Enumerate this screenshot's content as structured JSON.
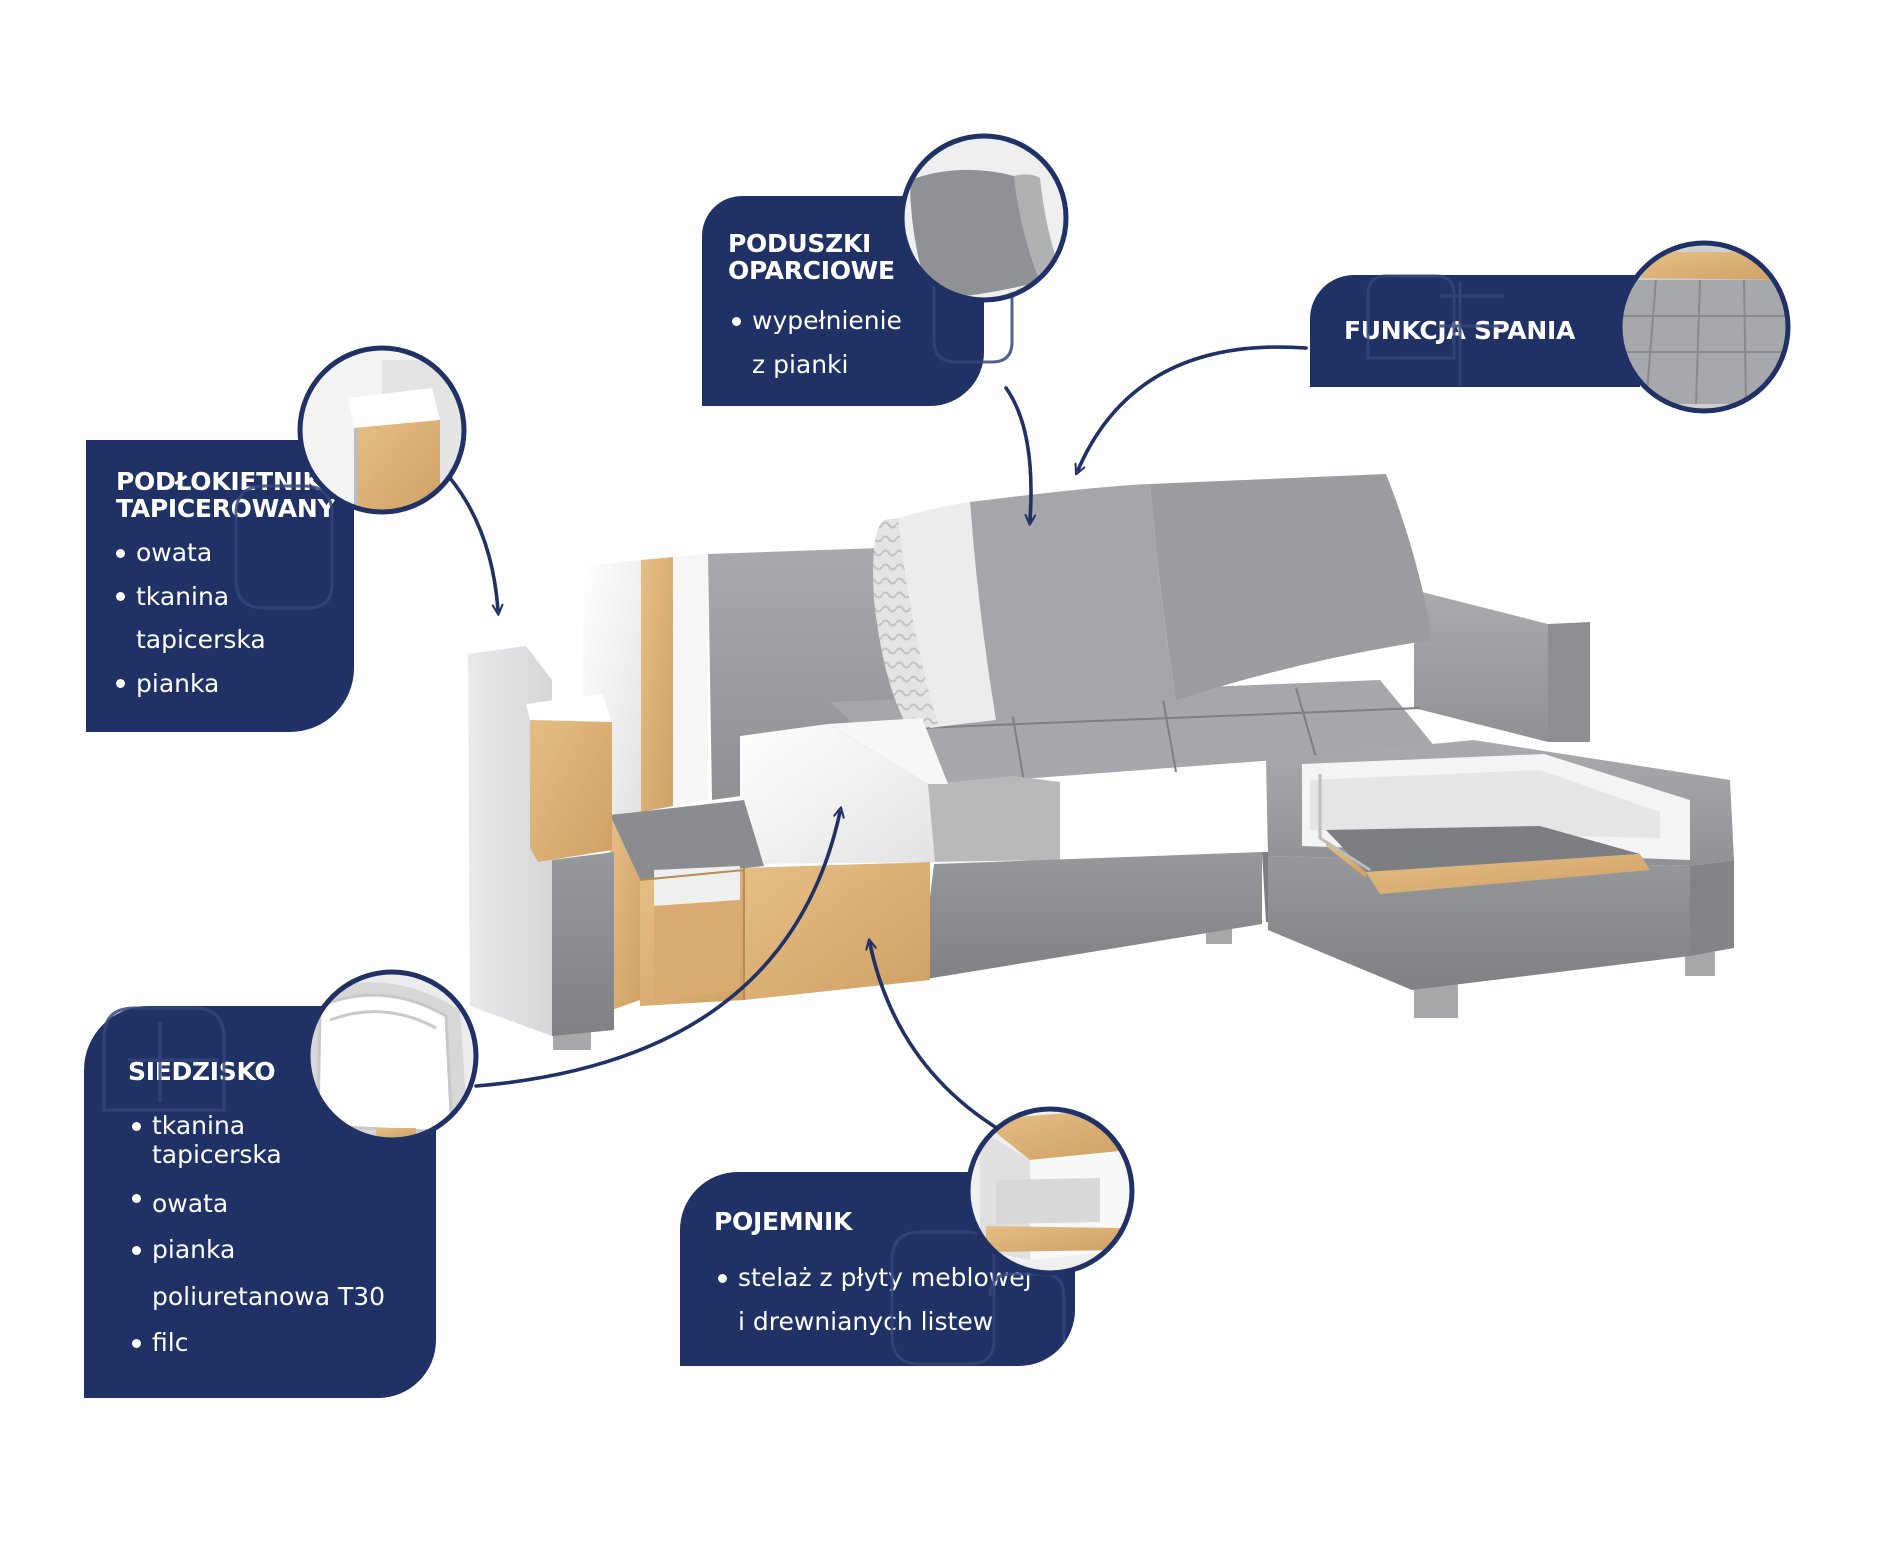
{
  "colors": {
    "navy": "#1f3165",
    "arrow": "#1f3165",
    "fabric": "#9ea0a3",
    "foam": "#f1f1f1",
    "wood": "#d9ae73"
  },
  "callouts": {
    "armrest": {
      "title_lines": [
        "PODŁOKIETNIK",
        "TAPICEROWANY"
      ],
      "items": [
        "owata",
        "tkanina",
        "tapicerska",
        "pianka"
      ]
    },
    "cushions": {
      "title_lines": [
        "PODUSZKI",
        "OPARCIOWE"
      ],
      "items": [
        "wypełnienie",
        "z pianki"
      ]
    },
    "sleep": {
      "title": "FUNKCJA SPANIA"
    },
    "seat": {
      "title": "SIEDZISKO",
      "items": [
        "tkanina",
        "tapicerska",
        "owata",
        "pianka",
        "poliuretanowa  T30",
        "filc"
      ]
    },
    "storage": {
      "title": "POJEMNIK",
      "items": [
        "stelaż z płyty meblowej",
        "i drewnianych listew"
      ]
    }
  },
  "icons": {
    "sofa": "corner-sofa-cutaway-illustration",
    "armrest_zoom": "armrest-cross-section-icon",
    "cushion_zoom": "back-cushion-icon",
    "sleep_zoom": "sleeping-surface-icon",
    "seat_zoom": "seat-foam-layers-icon",
    "storage_zoom": "storage-box-frame-icon",
    "watermark": "brand-logo-watermark"
  }
}
